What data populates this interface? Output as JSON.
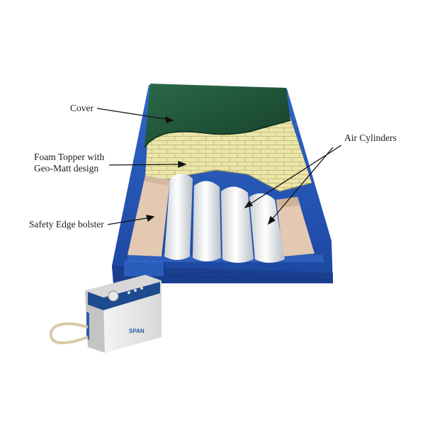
{
  "labels": {
    "cover": "Cover",
    "foam_topper": [
      "Foam Topper with",
      "Geo-Matt design"
    ],
    "safety_edge": "Safety Edge bolster",
    "air_cylinders": "Air Cylinders"
  },
  "pump": {
    "brand": "SPAN"
  },
  "colors": {
    "cover": "#1f5a3c",
    "foam_topper": "#ece7a8",
    "base": "#2457b8",
    "bolster": "#e3c9b2",
    "air_cylinder": "#e9edf0",
    "pump_body": "#eeeeee",
    "pump_panel": "#1e4a8e"
  }
}
